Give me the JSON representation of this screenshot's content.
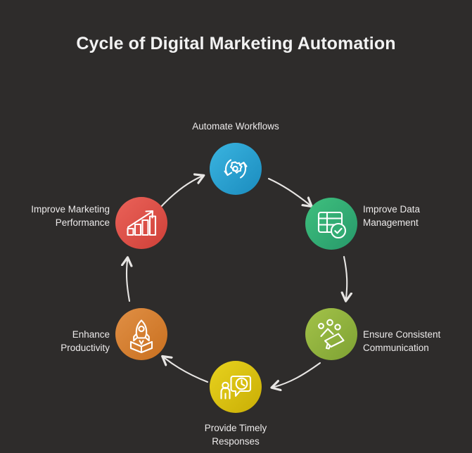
{
  "page": {
    "title": "Cycle of Digital Marketing Automation",
    "background_color": "#2e2c2b",
    "text_color": "#eceaea"
  },
  "cycle": {
    "arrow_color": "#e8e6e4",
    "direction": "clockwise",
    "nodes": [
      {
        "id": "automate-workflows",
        "label": "Automate Workflows",
        "icon": "gear-refresh-icon",
        "color": "#2aa3d4",
        "position": "top"
      },
      {
        "id": "improve-data-management",
        "label": "Improve Data\nManagement",
        "icon": "table-check-icon",
        "color": "#33ad74",
        "position": "upper-right"
      },
      {
        "id": "ensure-consistent-communication",
        "label": "Ensure Consistent\nCommunication",
        "icon": "megaphone-network-icon",
        "color": "#8fb23d",
        "position": "lower-right"
      },
      {
        "id": "provide-timely-responses",
        "label": "Provide Timely\nResponses",
        "icon": "person-clock-chat-icon",
        "color": "#d9c012",
        "position": "bottom"
      },
      {
        "id": "enhance-productivity",
        "label": "Enhance\nProductivity",
        "icon": "rocket-launch-icon",
        "color": "#d47f31",
        "position": "lower-left"
      },
      {
        "id": "improve-marketing-performance",
        "label": "Improve Marketing\nPerformance",
        "icon": "growth-bar-chart-icon",
        "color": "#dc5049",
        "position": "upper-left"
      }
    ]
  }
}
